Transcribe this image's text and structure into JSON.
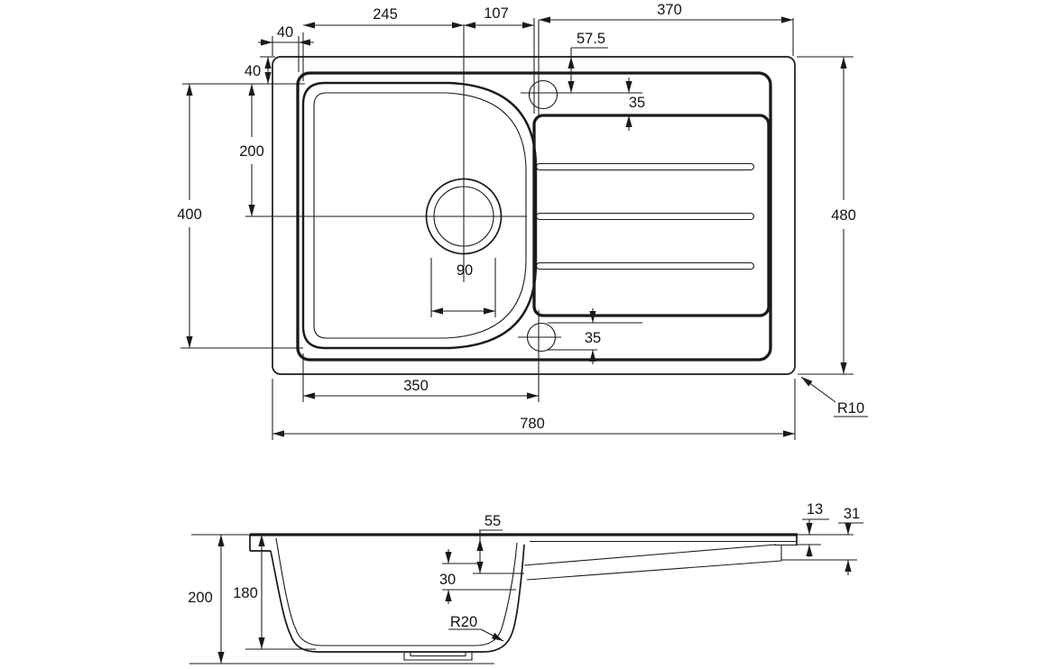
{
  "drawing": {
    "kind": "sink technical drawing",
    "colors": {
      "ink": "#1a1a1a",
      "background": "#ffffff"
    }
  },
  "plan_view": {
    "dims": {
      "bowl_left_to_drain": "245",
      "drain_to_bowl_edge": "107",
      "drainer_width": "370",
      "rim_offset_horizontal": "40",
      "rim_offset_vertical": "40",
      "tap_hole_from_top_edge": "57.5",
      "tap_to_drainer_top": "35",
      "bowl_top_to_drain_center": "200",
      "bowl_length": "400",
      "overall_depth": "480",
      "drain_diameter": "90",
      "tap_to_drainer_bottom": "35",
      "bowl_width": "350",
      "overall_width": "780",
      "corner_radius": "R10"
    }
  },
  "section_view": {
    "dims": {
      "overall_depth": "200",
      "bowl_depth": "180",
      "ledge_drop": "55",
      "drainer_step": "30",
      "bowl_bottom_radius": "R20",
      "edge_thickness": "13",
      "edge_return_depth": "31"
    }
  }
}
